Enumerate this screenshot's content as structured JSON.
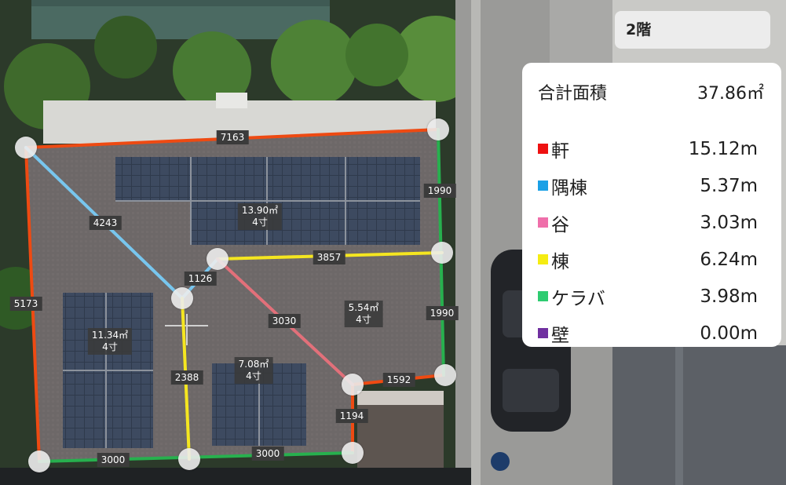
{
  "floor_tab": {
    "label": "2階"
  },
  "summary": {
    "total_label": "合計面積",
    "total_value": "37.86㎡",
    "legend": [
      {
        "key": "eave",
        "label": "軒",
        "value": "15.12m",
        "color": "#ee1111"
      },
      {
        "key": "hip",
        "label": "隅棟",
        "value": "5.37m",
        "color": "#1aa0e6"
      },
      {
        "key": "valley",
        "label": "谷",
        "value": "3.03m",
        "color": "#ef6faa"
      },
      {
        "key": "ridge",
        "label": "棟",
        "value": "6.24m",
        "color": "#f5ec12"
      },
      {
        "key": "rake",
        "label": "ケラバ",
        "value": "3.98m",
        "color": "#2ecc71"
      },
      {
        "key": "wall",
        "label": "壁",
        "value": "0.00m",
        "color": "#7030a0"
      }
    ]
  },
  "roof": {
    "dimensions": [
      "7163",
      "1990",
      "4243",
      "3857",
      "1126",
      "5173",
      "3030",
      "1990",
      "2388",
      "1592",
      "1194",
      "3000",
      "3000"
    ],
    "faces": [
      {
        "area": "13.90㎡",
        "pitch": "4寸"
      },
      {
        "area": "5.54㎡",
        "pitch": "4寸"
      },
      {
        "area": "11.34㎡",
        "pitch": "4寸"
      },
      {
        "area": "7.08㎡",
        "pitch": "4寸"
      }
    ]
  },
  "line_colors": {
    "eave": "#ee4a12",
    "hip": "#78c6ee",
    "valley": "#e2707a",
    "ridge": "#f5e620",
    "rake": "#27b04e"
  }
}
